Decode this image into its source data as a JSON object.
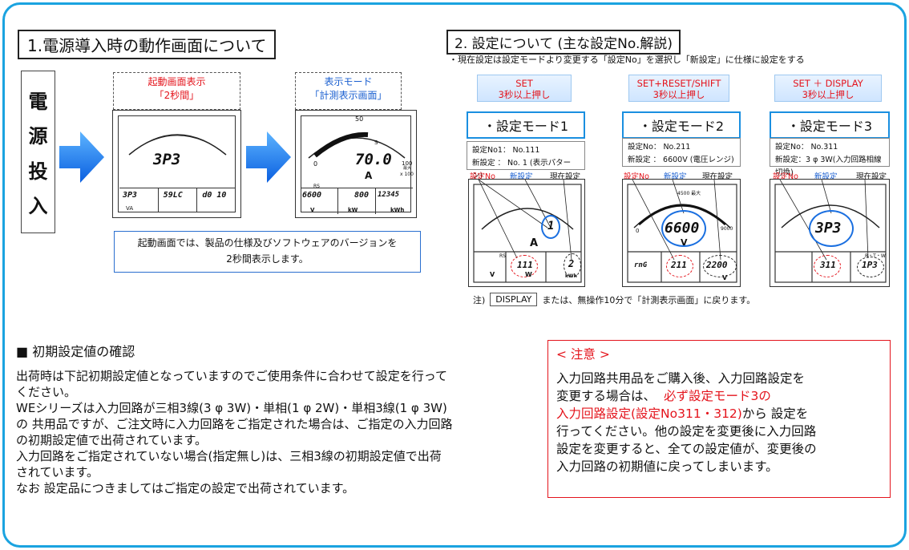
{
  "left_title": "1.電源導入時の動作画面について",
  "power_label": [
    "電",
    "源",
    "投",
    "入"
  ],
  "startup_caption": {
    "line1": "起動画面表示",
    "line2": "「2秒間」"
  },
  "display_mode_caption": {
    "line1": "表示モード",
    "line2": "「計測表示画面」"
  },
  "startup_meter": {
    "main": "3P3",
    "cells": [
      "3P3",
      "59LC",
      "d0 10"
    ],
    "unit": "VA"
  },
  "measure_meter": {
    "scale_top": "50",
    "scale_left": "0",
    "scale_right": "100",
    "scale_mid": "S",
    "main": "70.0",
    "main_unit": "A",
    "mult": "x 100",
    "cells": [
      "6600",
      "800",
      "12345"
    ],
    "cell_units": [
      "V",
      "kW",
      "kWh"
    ],
    "rs": "RS",
    "small": "最大"
  },
  "startup_note": {
    "line1": "起動画面では、製品の仕様及びソフトウェアのバージョンを",
    "line2": "2秒間表示します。"
  },
  "right_title": "2. 設定について (主な設定No.解説)",
  "right_subtitle": "・現在設定は設定モードより変更する「設定No」を選択し「新設定」に仕様に設定をする",
  "modes": [
    {
      "banner1": "SET",
      "banner2": "3秒以上押し",
      "name": "・設定モード1",
      "info1": "設定No1： No.111",
      "info2": "新設定 ：  No. 1 (表示パターン)",
      "main": "1",
      "cells": [
        "111",
        "2"
      ],
      "cell_units": [
        "V",
        "W",
        "kWh"
      ],
      "unit": "A",
      "small": "RS"
    },
    {
      "banner1": "SET+RESET/SHIFT",
      "banner2": "3秒以上押し",
      "name": "・設定モード2",
      "info1": "設定No： No.211",
      "info2": "新設定  ：  6600V (電圧レンジ)",
      "main": "6600",
      "cells": [
        "211",
        "2200"
      ],
      "cell_units": [
        "V"
      ],
      "unit": "V",
      "left_code": "rnG",
      "top_label": "4500 最大",
      "right_val": "9000",
      "left_val": "0"
    },
    {
      "banner1": "SET ＋ DISPLAY",
      "banner2": "3秒以上押し",
      "name": "・設定モード3",
      "info1": "設定No： No.311",
      "info2": "新設定：3 φ 3W(入力回路相線切換)",
      "main": "3P3",
      "cells": [
        "311",
        "1P3"
      ],
      "corner": "R・T・W"
    }
  ],
  "column_labels": [
    "設定No",
    "新設定",
    "現在設定"
  ],
  "display_note": {
    "prefix": "注)",
    "key": "DISPLAY",
    "text": "または、無操作10分で「計測表示画面」に戻ります。"
  },
  "initial_section": {
    "heading": "■ 初期設定値の確認",
    "lines": [
      "出荷時は下記初期設定値となっていますのでご使用条件に合わせて設定を行って",
      "ください。",
      "WEシリーズは入力回路が三相3線(3 φ 3W)・単相(1 φ 2W)・単相3線(1 φ 3W)",
      "の 共用品ですが、ご注文時に入力回路をご指定された場合は、ご指定の入力回路",
      "の初期設定値で出荷されています。",
      "入力回路をご指定されていない場合(指定無し)は、三相3線の初期設定値で出荷",
      "されています。",
      "なお 設定品につきましてはご指定の設定で出荷されています。"
    ]
  },
  "caution": {
    "title": "< 注意 >",
    "l1": "入力回路共用品をご購入後、入力回路設定を",
    "l2a": "変更する場合は、",
    "l2b": "必ず設定モード3の",
    "l3a": "入力回路設定(設定No311・312)",
    "l3b": "から 設定を",
    "l4": "行ってください。他の設定を変更後に入力回路",
    "l5": "設定を変更すると、全ての設定値が、変更後の",
    "l6": "入力回路の初期値に戻ってしまいます。"
  },
  "colors": {
    "frame": "#1aa3e0",
    "red": "#e4141c",
    "blue": "#1a5fd0",
    "arrow": "#1a7ff0"
  }
}
